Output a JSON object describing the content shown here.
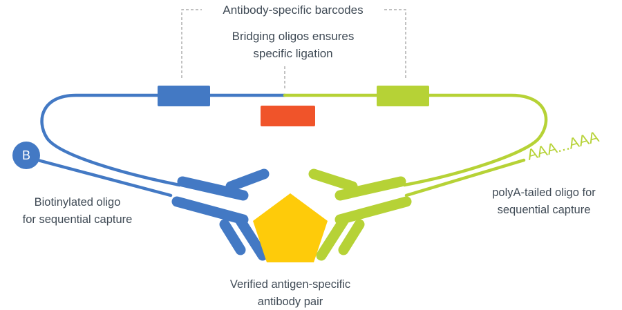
{
  "labels": {
    "barcodes": "Antibody-specific barcodes",
    "bridging_line1": "Bridging oligos ensures",
    "bridging_line2": "specific ligation",
    "biotin_line1": "Biotinylated oligo",
    "biotin_line2": "for sequential capture",
    "polya_line1": "polyA-tailed oligo for",
    "polya_line2": "sequential capture",
    "pair_line1": "Verified antigen-specific",
    "pair_line2": "antibody pair",
    "polya_tail": "AAA...AAA",
    "biotin_letter": "B"
  },
  "colors": {
    "blue": "#4379c4",
    "green": "#b6d236",
    "orange": "#f0542a",
    "antigen": "#fecb0a",
    "text": "#3f4a55",
    "dashed": "#9a9a9a"
  }
}
